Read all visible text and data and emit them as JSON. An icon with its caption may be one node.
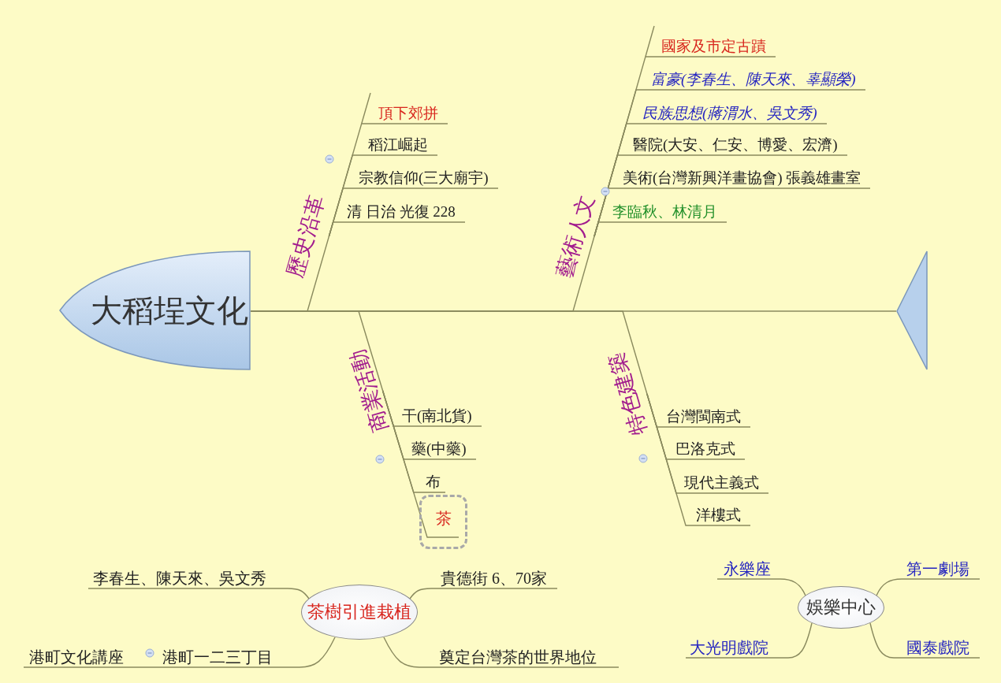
{
  "diagram": {
    "nodes": [
      {
        "text": [
          "大稻埕文化"
        ]
      },
      {
        "text": [],
        "shape": "triangle"
      },
      {
        "text": [
          "歷史沿革"
        ]
      },
      {
        "text": [
          "頂下郊拼"
        ]
      },
      {
        "text": [
          "稻江崛起"
        ]
      },
      {
        "text": [
          "宗教信仰(三大廟宇)"
        ]
      },
      {
        "text": [
          "清 日治 光復 228"
        ]
      },
      {
        "text": [
          "藝術人文"
        ]
      },
      {
        "text": [
          "國家及市定古蹟"
        ]
      },
      {
        "text": [
          "富豪(李春生、陳天來、辜顯榮)"
        ]
      },
      {
        "text": [
          "民族思想(蔣渭水、吳文秀)"
        ]
      },
      {
        "text": [
          "醫院(大安、仁安、博愛、宏濟)"
        ]
      },
      {
        "text": [
          "美術(台灣新興洋畫協會) 張義雄畫室"
        ]
      },
      {
        "text": [
          "李臨秋、林清月"
        ]
      },
      {
        "text": [
          "商業活動"
        ]
      },
      {
        "text": [
          "干(南北貨)"
        ]
      },
      {
        "text": [
          "藥(中藥)"
        ]
      },
      {
        "text": [
          "布"
        ]
      },
      {
        "text": [
          "茶"
        ]
      },
      {
        "text": [
          "特色建築"
        ]
      },
      {
        "text": [
          "台灣閩南式"
        ]
      },
      {
        "text": [
          "巴洛克式"
        ]
      },
      {
        "text": [
          "現代主義式"
        ]
      },
      {
        "text": [
          "洋樓式"
        ]
      },
      {
        "text": [
          "茶樹引進栽植"
        ]
      },
      {
        "text": [
          "李春生、陳天來、吳文秀"
        ]
      },
      {
        "text": [
          "貴德街 6、70家"
        ]
      },
      {
        "text": [
          "港町文化講座"
        ]
      },
      {
        "text": [
          "港町一二三丁目"
        ]
      },
      {
        "text": [
          "奠定台灣茶的世界地位"
        ]
      },
      {
        "text": [
          "娛樂中心"
        ]
      },
      {
        "text": [
          "永樂座"
        ]
      },
      {
        "text": [
          "第一劇場"
        ]
      },
      {
        "text": [
          "大光明戲院"
        ]
      },
      {
        "text": [
          "國泰戲院"
        ]
      }
    ],
    "edges": [
      {
        "from": 0,
        "to": 1,
        "arrow": "none"
      },
      {
        "from": 2,
        "to": 0,
        "arrow": "none"
      },
      {
        "from": 2,
        "to": 3,
        "arrow": "none"
      },
      {
        "from": 2,
        "to": 4,
        "arrow": "none"
      },
      {
        "from": 2,
        "to": 5,
        "arrow": "none"
      },
      {
        "from": 2,
        "to": 6,
        "arrow": "none"
      },
      {
        "from": 7,
        "to": 0,
        "arrow": "none"
      },
      {
        "from": 7,
        "to": 8,
        "arrow": "none"
      },
      {
        "from": 7,
        "to": 9,
        "arrow": "none"
      },
      {
        "from": 7,
        "to": 10,
        "arrow": "none"
      },
      {
        "from": 7,
        "to": 11,
        "arrow": "none"
      },
      {
        "from": 7,
        "to": 12,
        "arrow": "none"
      },
      {
        "from": 7,
        "to": 13,
        "arrow": "none"
      },
      {
        "from": 14,
        "to": 0,
        "arrow": "none"
      },
      {
        "from": 14,
        "to": 15,
        "arrow": "none"
      },
      {
        "from": 14,
        "to": 16,
        "arrow": "none"
      },
      {
        "from": 14,
        "to": 17,
        "arrow": "none"
      },
      {
        "from": 14,
        "to": 18,
        "arrow": "none"
      },
      {
        "from": 19,
        "to": 0,
        "arrow": "none"
      },
      {
        "from": 19,
        "to": 20,
        "arrow": "none"
      },
      {
        "from": 19,
        "to": 21,
        "arrow": "none"
      },
      {
        "from": 19,
        "to": 22,
        "arrow": "none"
      },
      {
        "from": 19,
        "to": 23,
        "arrow": "none"
      },
      {
        "from": 24,
        "to": 25,
        "arrow": "none"
      },
      {
        "from": 24,
        "to": 26,
        "arrow": "none"
      },
      {
        "from": 24,
        "to": 28,
        "arrow": "none"
      },
      {
        "from": 28,
        "to": 27,
        "arrow": "none"
      },
      {
        "from": 24,
        "to": 29,
        "arrow": "none"
      },
      {
        "from": 30,
        "to": 31,
        "arrow": "none"
      },
      {
        "from": 30,
        "to": 32,
        "arrow": "none"
      },
      {
        "from": 30,
        "to": 33,
        "arrow": "none"
      },
      {
        "from": 30,
        "to": 34,
        "arrow": "none"
      }
    ]
  }
}
